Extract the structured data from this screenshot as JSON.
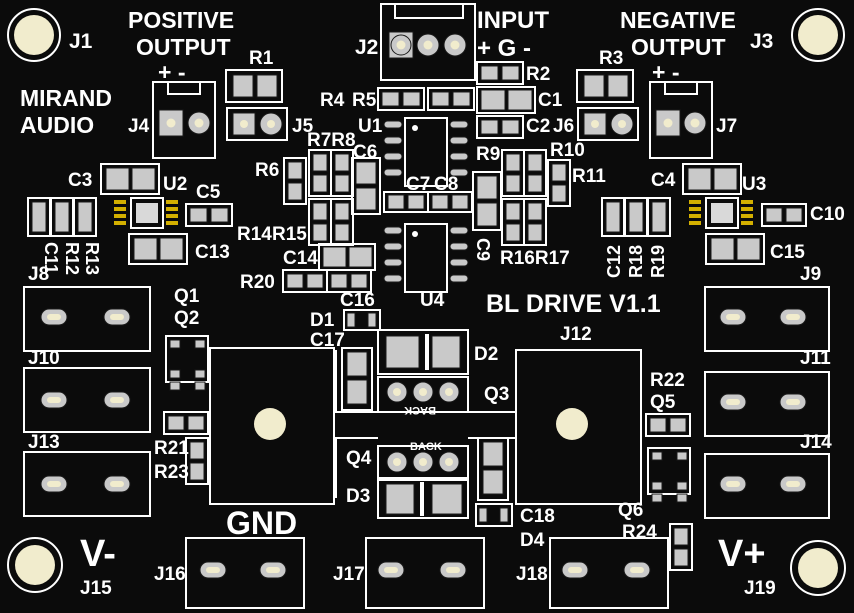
{
  "board": {
    "title": "BL DRIVE V1.1",
    "brand_line1": "MIRAND",
    "brand_line2": "AUDIO",
    "colors": {
      "board": "#0b0b0b",
      "silk": "#ffffff",
      "pad": "#c9c9c9",
      "hole": "#f1eccd",
      "copper": "#d4b000"
    }
  },
  "connectors": {
    "positive_output": {
      "line1": "POSITIVE",
      "line2": "OUTPUT",
      "pins": "+  -"
    },
    "input": {
      "line1": "INPUT",
      "pins": "+ G -"
    },
    "negative_output": {
      "line1": "NEGATIVE",
      "line2": "OUTPUT",
      "pins": "+  -"
    }
  },
  "rails": {
    "gnd": "GND",
    "v_minus": "V-",
    "v_plus": "V+"
  },
  "back_labels": {
    "top": "BACK",
    "bottom": "BACK"
  },
  "refdes": {
    "J1": "J1",
    "J2": "J2",
    "J3": "J3",
    "J4": "J4",
    "J5": "J5",
    "J6": "J6",
    "J7": "J7",
    "J8": "J8",
    "J9": "J9",
    "J10": "J10",
    "J11": "J11",
    "J12": "J12",
    "J13": "J13",
    "J14": "J14",
    "J15": "J15",
    "J16": "J16",
    "J17": "J17",
    "J18": "J18",
    "J19": "J19",
    "R1": "R1",
    "R2": "R2",
    "R3": "R3",
    "R4": "R4",
    "R5": "R5",
    "R6": "R6",
    "R7R8": "R7R8",
    "R9": "R9",
    "R10": "R10",
    "R11": "R11",
    "R12": "R12",
    "R13": "R13",
    "R14": "R14",
    "R15": "R15",
    "R16R17": "R16R17",
    "R18": "R18",
    "R19": "R19",
    "R20": "R20",
    "R21": "R21",
    "R22": "R22",
    "R23": "R23",
    "R24": "R24",
    "C1": "C1",
    "C2": "C2",
    "C3": "C3",
    "C4": "C4",
    "C5": "C5",
    "C6": "C6",
    "C7": "C7",
    "C8": "C8",
    "C9": "C9",
    "C10": "C10",
    "C11": "C11",
    "C12": "C12",
    "C13": "C13",
    "C14": "C14",
    "C15": "C15",
    "C16": "C16",
    "C17": "C17",
    "C18": "C18",
    "U1": "U1",
    "U2": "U2",
    "U3": "U3",
    "U4": "U4",
    "Q1": "Q1",
    "Q2": "Q2",
    "Q3": "Q3",
    "Q4": "Q4",
    "Q5": "Q5",
    "Q6": "Q6",
    "D1": "D1",
    "D2": "D2",
    "D3": "D3",
    "D4": "D4"
  }
}
